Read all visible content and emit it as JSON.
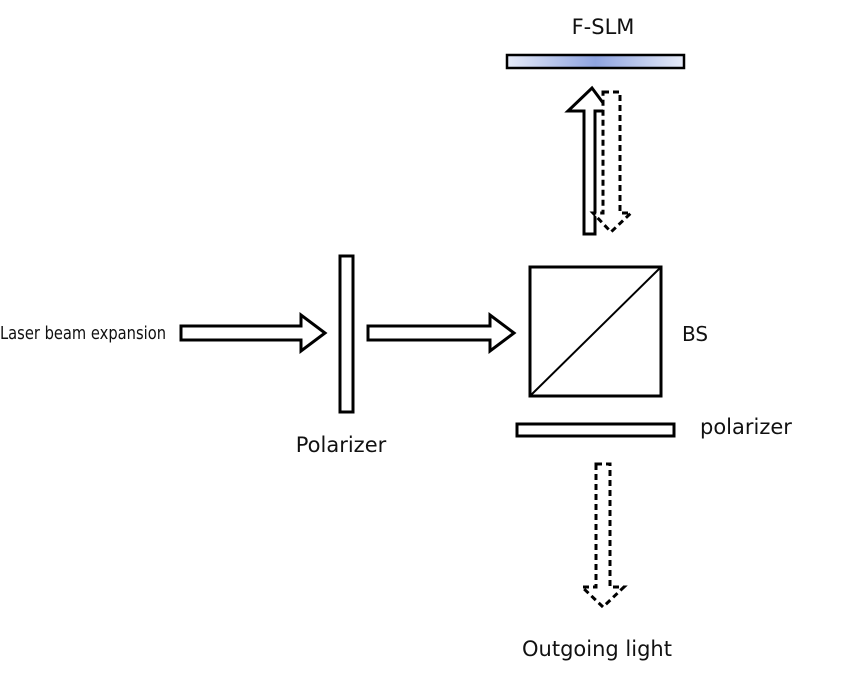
{
  "labels": {
    "slm": "F-SLM",
    "input": "Laser beam expansion",
    "polarizer_in": "Polarizer",
    "beam_splitter": "BS",
    "polarizer_out": "polarizer",
    "output": "Outgoing light"
  },
  "colors": {
    "line": "#000000",
    "slm_center": "#8fa4e0",
    "slm_edge": "#e6ebf8",
    "text": "#111111"
  }
}
